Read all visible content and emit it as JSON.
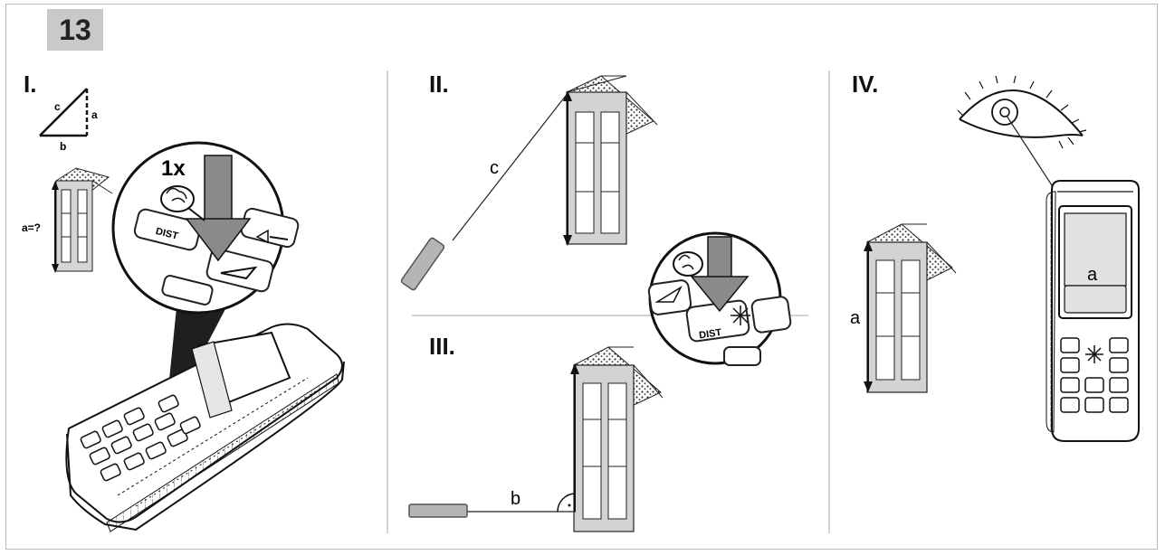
{
  "step_number": "13",
  "panels": {
    "p1": {
      "label": "I."
    },
    "p2": {
      "label": "II."
    },
    "p3": {
      "label": "III."
    },
    "p4": {
      "label": "IV."
    }
  },
  "labels": {
    "tri_c": "c",
    "tri_a": "a",
    "tri_b": "b",
    "a_unknown": "a=?",
    "press_count": "1x",
    "dist_key": "DIST",
    "line_c": "c",
    "line_b": "b",
    "height_a": "a",
    "display_a": "a"
  },
  "colors": {
    "line": "#1a1a1a",
    "grey": "#c9c9c9",
    "dark": "#444444"
  }
}
